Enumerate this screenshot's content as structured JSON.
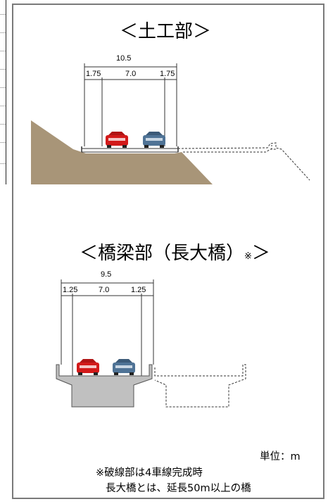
{
  "sections": {
    "earthwork": {
      "title": "＜土工部＞",
      "total_width": "10.5",
      "left_shoulder": "1.75",
      "lanes": "7.0",
      "right_shoulder": "1.75"
    },
    "bridge": {
      "title": "＜橋梁部（長大橋）",
      "title_mark": "※",
      "title_end": "＞",
      "total_width": "9.5",
      "left_shoulder": "1.25",
      "lanes": "7.0",
      "right_shoulder": "1.25"
    }
  },
  "notes": {
    "unit": "単位：m",
    "dashed": "※破線部は4車線完成時",
    "long_bridge": "長大橋とは、延長50m以上の橋"
  },
  "colors": {
    "earth": "#a89578",
    "deck": "#c0c0c0",
    "car_red": "#d21a1a",
    "car_blue": "#4f7396",
    "frame": "#7a7a7a"
  }
}
